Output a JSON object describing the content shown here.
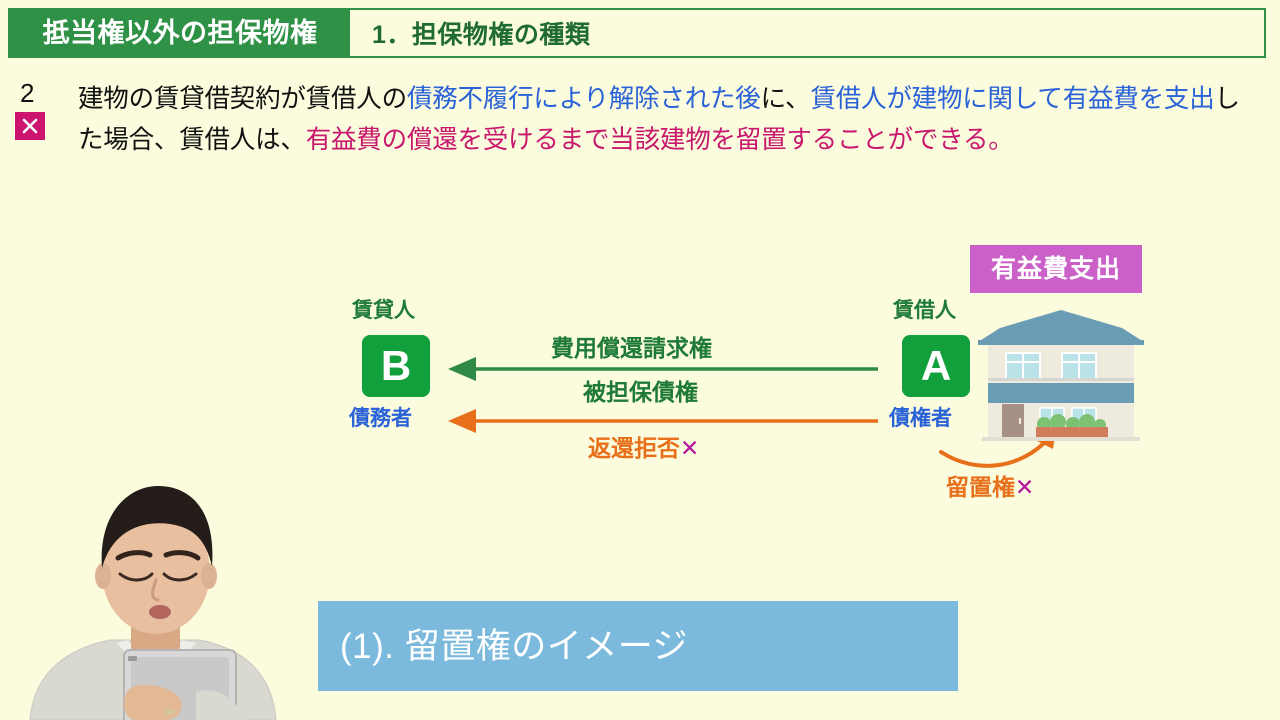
{
  "header": {
    "tag": "抵当権以外の担保物権",
    "subtitle": "1．担保物権の種類",
    "tag_bg": "#2f9146",
    "frame_color": "#2f9146",
    "subtitle_color": "#1f6b33"
  },
  "question": {
    "number": "2",
    "mark": "✕",
    "mark_bg": "#cc146e",
    "segments": [
      {
        "text": "建物の賃貸借契約が賃借人の",
        "color": "black"
      },
      {
        "text": "債務不履行により解除された後",
        "color": "blue"
      },
      {
        "text": "に、",
        "color": "black"
      },
      {
        "text": "賃借人が建物に関して有益費を支出",
        "color": "blue"
      },
      {
        "text": "した場合、賃借人は、",
        "color": "black"
      },
      {
        "text": "有益費の償還を受けるまで当該建物を留置",
        "color": "pink"
      },
      {
        "text": "することができる。",
        "color": "pink"
      }
    ],
    "colors": {
      "black": "#111111",
      "blue": "#2a62d8",
      "pink": "#c7186e"
    }
  },
  "diagram": {
    "left_party": {
      "role": "賃貸人",
      "letter": "B",
      "sub_role": "債務者",
      "box_color": "#12a03c"
    },
    "right_party": {
      "role": "賃借人",
      "letter": "A",
      "sub_role": "債権者",
      "box_color": "#12a03c"
    },
    "badge": {
      "label": "有益費支出",
      "bg": "#cb61c8"
    },
    "arrows": [
      {
        "label": "費用償還請求権",
        "color": "#1f7a38",
        "direction": "right-to-left",
        "style": "solid"
      },
      {
        "label": "被担保債権",
        "color": "#1f7a38",
        "direction": "none",
        "style": "caption"
      },
      {
        "label": "返還拒否",
        "suffix": "✕",
        "color": "#e8701a",
        "suffix_color": "#b5179e",
        "direction": "right-to-left",
        "style": "solid"
      },
      {
        "label": "留置権",
        "suffix": "✕",
        "color": "#e8701a",
        "suffix_color": "#b5179e",
        "direction": "curved-up-right",
        "style": "curved"
      }
    ],
    "house": {
      "name": "two-story-house-illustration",
      "roof_color": "#6b9cb5",
      "wall_color": "#efeade",
      "balcony_color": "#6b9cb5",
      "door_color": "#a79186",
      "planter_color": "#cf7d5a",
      "window_color": "#b9e3e8",
      "hedge_color": "#7dc273"
    }
  },
  "banner": {
    "label": "(1). 留置権のイメージ",
    "bg": "#7cbadd"
  },
  "presenter": {
    "alt": "講師（タブレットを持つ男性）",
    "shirt_color": "#d9d9d2",
    "tie_color": "#5e2b36",
    "hair_color": "#241c18",
    "skin_color": "#e8c0a0",
    "tablet_color": "#d8d8d8"
  }
}
